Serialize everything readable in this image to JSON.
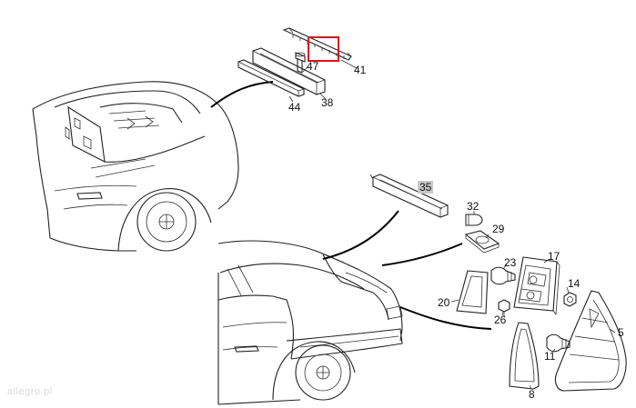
{
  "diagram": {
    "labels": {
      "n47": "47",
      "n41": "41",
      "n44": "44",
      "n38": "38",
      "n35": "35",
      "n32": "32",
      "n29": "29",
      "n23": "23",
      "n17": "17",
      "n14": "14",
      "n20": "20",
      "n26": "26",
      "n5": "5",
      "n11": "11",
      "n8": "8"
    },
    "highlighted_part": "41",
    "highlight_color": "#d8141b",
    "label_35_shading": "#c8c8c8",
    "watermark": "allegro.pl"
  }
}
